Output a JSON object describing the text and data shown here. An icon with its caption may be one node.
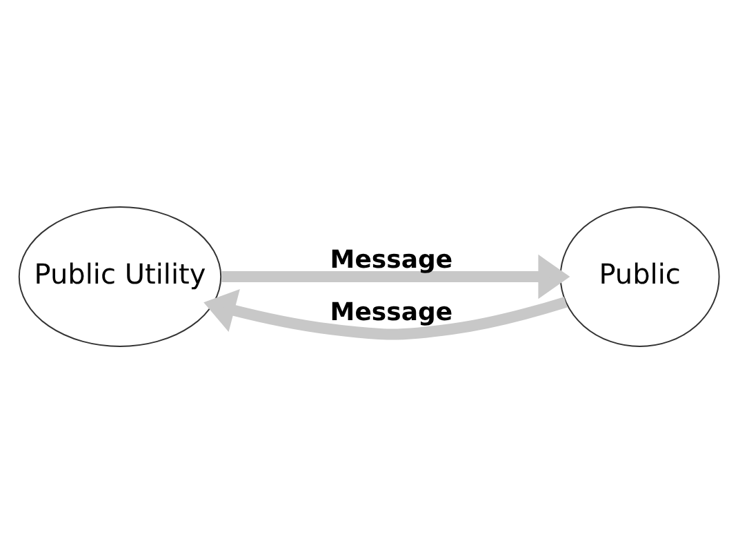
{
  "diagram": {
    "nodes": [
      {
        "text": [
          "Public Utility"
        ]
      },
      {
        "text": [
          "Public"
        ]
      }
    ],
    "edges": [
      {
        "from": 0,
        "to": 1,
        "arrow": "to",
        "label": "Message"
      },
      {
        "from": 1,
        "to": 0,
        "arrow": "to",
        "label": "Message"
      }
    ]
  }
}
